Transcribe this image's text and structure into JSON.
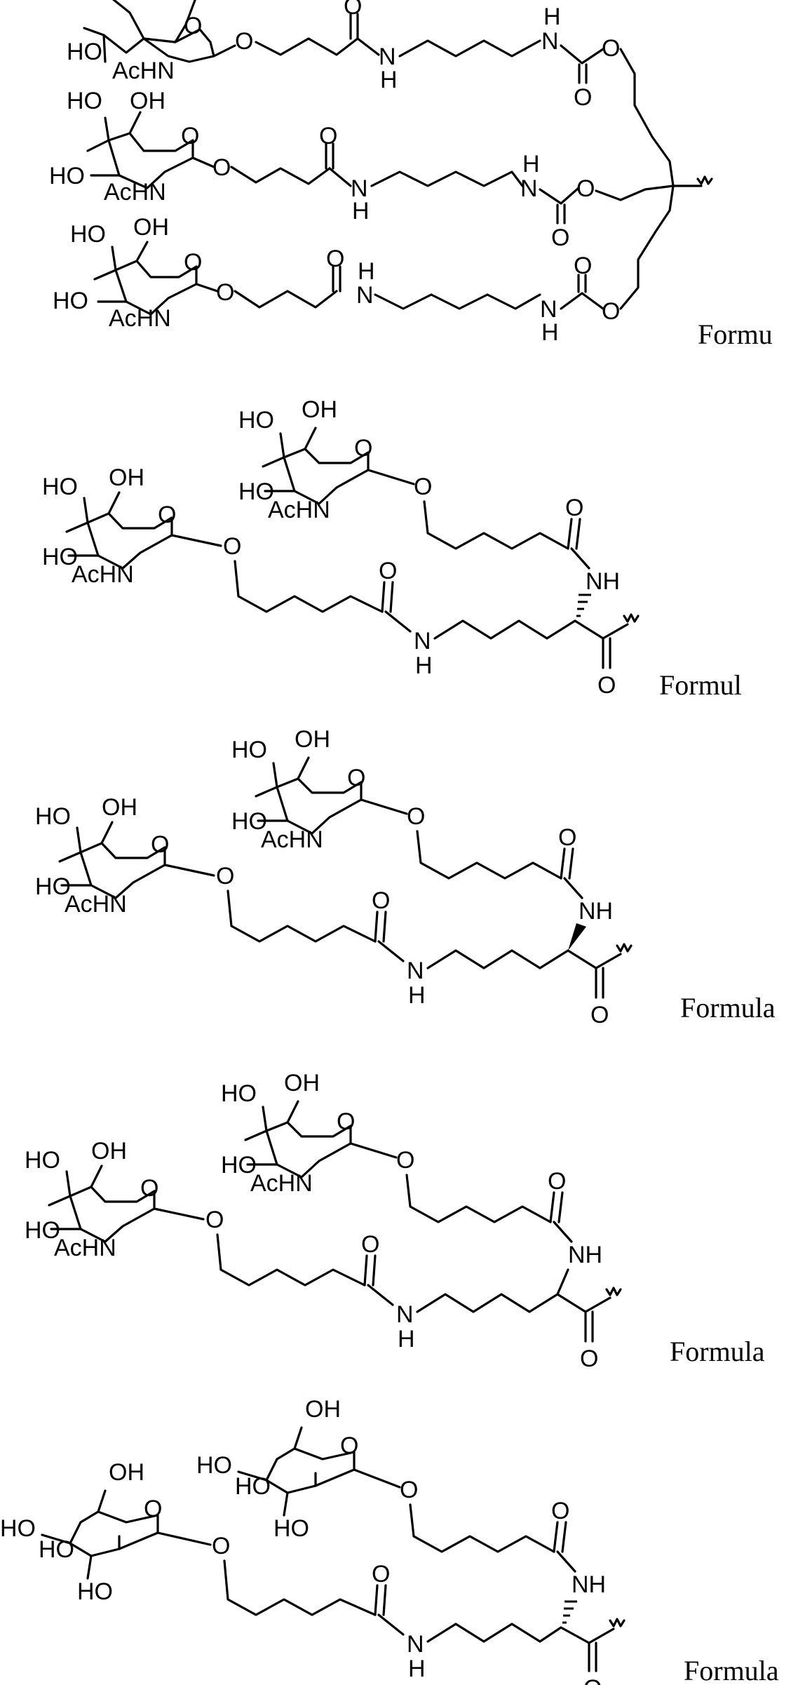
{
  "caption_word": "Formu",
  "captions": [
    "Formu",
    "Formul",
    "Formula",
    "Formula",
    "Formula"
  ],
  "atoms": {
    "ho": "HO",
    "oh": "OH",
    "o": "O",
    "n": "N",
    "h": "H",
    "nh": "NH",
    "achn": "AcHN"
  }
}
